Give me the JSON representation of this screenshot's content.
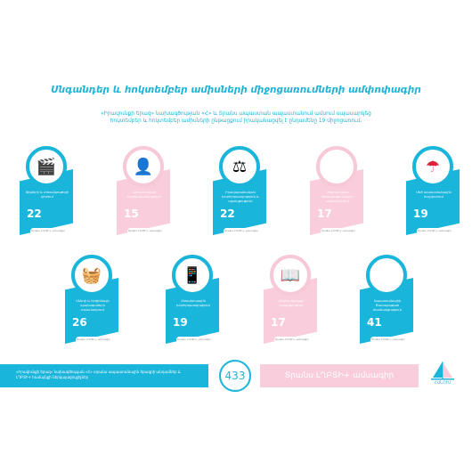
{
  "header": {
    "title": "Սնգանդեր և հոկտեմբեր ամիսների միջոցառումների ամփոփագիր",
    "subtitle": "«Իրավունքի երազ» նախագծության «Հ» և Տրանս ապաստան ապաստանում ամսում սպասարկեց հոկտեմբեր և հոկտեմբեր ամիսների ընթացքում իրականացվել է ընդամենը 19 միջոցառում։"
  },
  "cards": [
    {
      "icon": "clapperboard-icon",
      "glyph": "🎬",
      "desc": "Ֆիլմերի և տեսանյութերի դիտում",
      "value": "22",
      "source": "Տրանս ԼՂԲՏԻ+ ամսագիր"
    },
    {
      "icon": "person-speaker-icon",
      "glyph": "👤",
      "desc": "Անհատական խորհրդատվություն",
      "value": "15",
      "source": "Տրանս ԼՂԲՏԻ+ ամսագիր"
    },
    {
      "icon": "gavel-icon",
      "glyph": "⚖",
      "desc": "Իրավաբանական խորհրդատվություն և աջակցություն",
      "value": "22",
      "source": "Տրանս ԼՂԲՏԻ+ ամսագիր"
    },
    {
      "icon": "blank-circle-icon",
      "glyph": "",
      "desc": "Սոցիալական ծառայությունների տրամադրում",
      "value": "17",
      "source": "Տրանս ԼՂԲՏԻ+ ամսագիր"
    },
    {
      "icon": "umbrella-icon",
      "glyph": "☂",
      "desc": "Մեծ ապաստանային հաշվառում",
      "value": "19",
      "source": "Տրանս ԼՂԲՏԻ+ ամսագիր"
    },
    {
      "icon": "basket-icon",
      "glyph": "🧺",
      "desc": "Սննդի և հիգիենայի պարագաների տրամադրում",
      "value": "26",
      "source": "Տրանս ԼՂԲՏԻ+ ամսագիր"
    },
    {
      "icon": "phone-icon",
      "glyph": "📱",
      "desc": "Հեռախոսային խորհրդատվություն",
      "value": "19",
      "source": "Տրանս ԼՂԲՏԻ+ ամսագիր"
    },
    {
      "icon": "person-reading-icon",
      "glyph": "📖",
      "desc": "Հոգեբանական աջակցություն",
      "value": "17",
      "source": "Տրանս ԼՂԲՏԻ+ ամսագիր"
    },
    {
      "icon": "blank-circle-icon",
      "glyph": "",
      "desc": "Ապաստանային Ծառայության մասնակցություն",
      "value": "41",
      "source": "Տրանս ԼՂԲՏԻ+ ամսագիր"
    }
  ],
  "footer": {
    "left_text": "«Իրավունքի երազ» նախագծության «Հ» տրանս ապաստանային ծրագրի անդամներ և ԼՂԲՏԻ+ համայնքի ներկայացուցիչներ",
    "page_number": "433",
    "right_text": "Տրանս ԼՂԲՏԻ+ ամսագիր",
    "logo_text": "ՀԱՆՈՒՄ"
  },
  "colors": {
    "accent_blue": "#1ab5db",
    "accent_pink": "#f9cddb"
  }
}
